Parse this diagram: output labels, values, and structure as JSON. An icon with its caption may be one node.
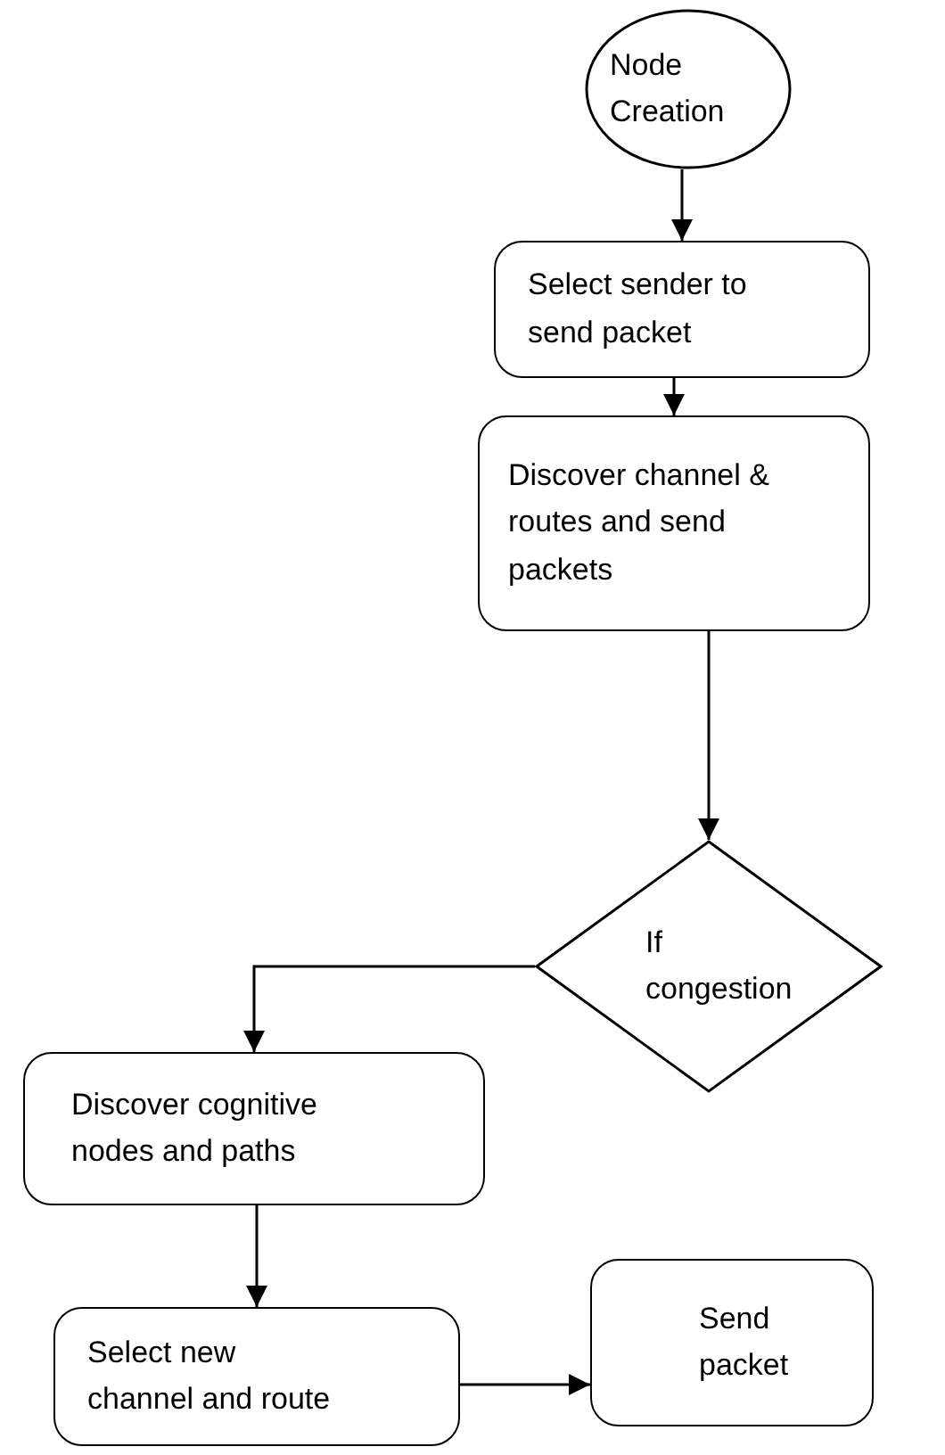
{
  "diagram": {
    "nodes": [
      {
        "text": [
          "Node Creation"
        ]
      },
      {
        "text": [
          "Select sender to send packet"
        ]
      },
      {
        "text": [
          "Discover channel & routes and send packets"
        ]
      },
      {
        "text": [
          "If congestion"
        ]
      },
      {
        "text": [
          "Discover cognitive nodes and paths"
        ]
      },
      {
        "text": [
          "Select new channel and route"
        ]
      },
      {
        "text": [
          "Send packet"
        ]
      }
    ],
    "edges": [
      {
        "from": 0,
        "to": 1,
        "arrow": "to"
      },
      {
        "from": 1,
        "to": 2,
        "arrow": "to"
      },
      {
        "from": 2,
        "to": 3,
        "arrow": "to"
      },
      {
        "from": 3,
        "to": 4,
        "arrow": "to"
      },
      {
        "from": 4,
        "to": 5,
        "arrow": "to"
      },
      {
        "from": 5,
        "to": 6,
        "arrow": "to"
      }
    ]
  }
}
